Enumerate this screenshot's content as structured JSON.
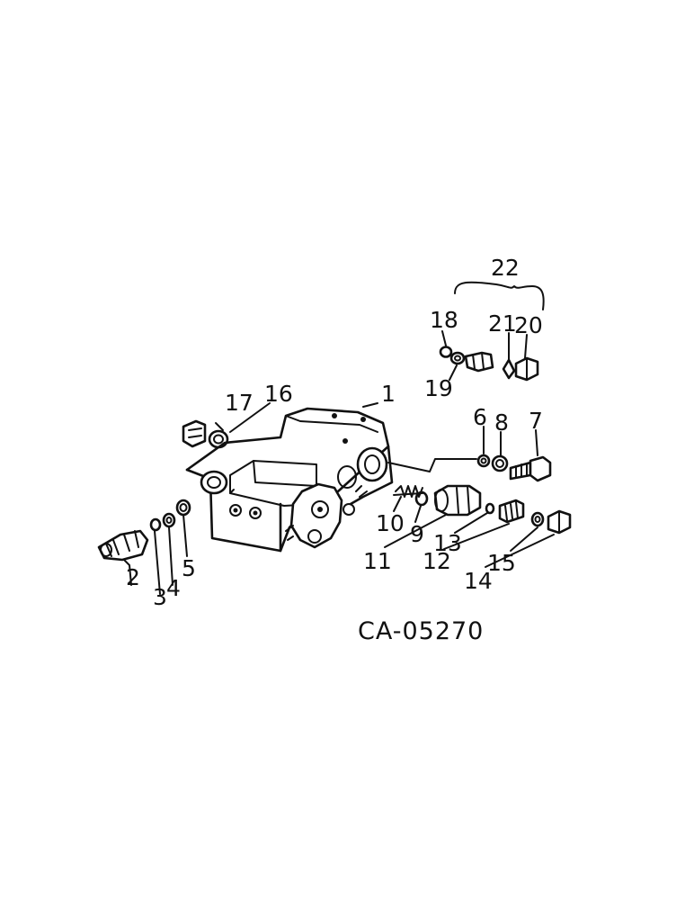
{
  "diagram": {
    "code": "CA-05270",
    "callouts": [
      {
        "id": "c1",
        "text": "1"
      },
      {
        "id": "c2",
        "text": "2"
      },
      {
        "id": "c3",
        "text": "3"
      },
      {
        "id": "c4",
        "text": "4"
      },
      {
        "id": "c5",
        "text": "5"
      },
      {
        "id": "c6",
        "text": "6"
      },
      {
        "id": "c7",
        "text": "7"
      },
      {
        "id": "c8",
        "text": "8"
      },
      {
        "id": "c9",
        "text": "9"
      },
      {
        "id": "c10",
        "text": "10"
      },
      {
        "id": "c11",
        "text": "11"
      },
      {
        "id": "c12",
        "text": "12"
      },
      {
        "id": "c13",
        "text": "13"
      },
      {
        "id": "c14",
        "text": "14"
      },
      {
        "id": "c15",
        "text": "15"
      },
      {
        "id": "c16",
        "text": "16"
      },
      {
        "id": "c17",
        "text": "17"
      },
      {
        "id": "c18",
        "text": "18"
      },
      {
        "id": "c19",
        "text": "19"
      },
      {
        "id": "c20",
        "text": "20"
      },
      {
        "id": "c21",
        "text": "21"
      },
      {
        "id": "c22",
        "text": "22"
      }
    ]
  }
}
